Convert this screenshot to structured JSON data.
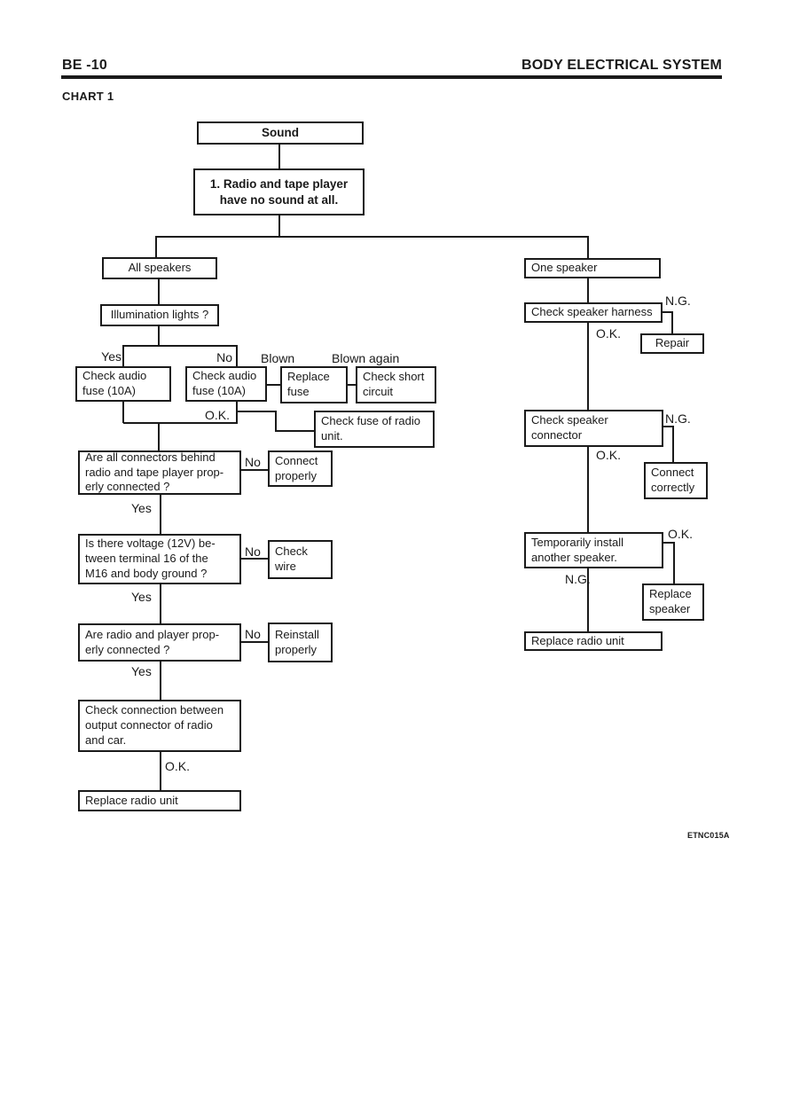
{
  "page": {
    "header_left": "BE -10",
    "header_right": "BODY ELECTRICAL SYSTEM",
    "chart_title": "CHART 1",
    "figure_code": "ETNC015A"
  },
  "colors": {
    "ink": "#1a1a1a",
    "paper": "#ffffff"
  },
  "nodes": {
    "sound": "Sound",
    "problem": "1. Radio and tape player\nhave no sound at all.",
    "all_speakers": "All speakers",
    "illumination": "Illumination lights ?",
    "fuse_yes": "Check audio\nfuse (10A)",
    "fuse_no": "Check audio\nfuse (10A)",
    "replace_fuse": "Replace\nfuse",
    "check_short": "Check short\ncircuit",
    "radio_fuse": "Check fuse of radio\nunit.",
    "connectors_q": "Are all connectors behind\nradio and tape player prop-\nerly connected ?",
    "connect_properly": "Connect\nproperly",
    "voltage_q": "Is there voltage (12V) be-\ntween terminal 16 of the\nM16 and body ground ?",
    "check_wire": "Check\nwire",
    "radio_player_q": "Are radio and player prop-\nerly connected ?",
    "reinstall": "Reinstall\nproperly",
    "check_connection": "Check connection between\noutput connector of radio\nand car.",
    "replace_radio_left": "Replace radio unit",
    "one_speaker": "One speaker",
    "check_harness": "Check speaker harness",
    "repair": "Repair",
    "check_connector": "Check speaker\nconnector",
    "connect_correctly": "Connect\ncorrectly",
    "temp_install": "Temporarily install\nanother speaker.",
    "replace_speaker": "Replace\nspeaker",
    "replace_radio_right": "Replace radio unit"
  },
  "labels": {
    "yes_fuse": "Yes",
    "no_fuse": "No",
    "blown": "Blown",
    "blown_again": "Blown again",
    "ok_fuse": "O.K.",
    "no_connectors": "No",
    "yes_connectors": "Yes",
    "no_voltage": "No",
    "yes_voltage": "Yes",
    "no_radio": "No",
    "yes_radio": "Yes",
    "ok_connection": "O.K.",
    "ng_harness": "N.G.",
    "ok_harness": "O.K.",
    "ng_connector": "N.G.",
    "ok_connector": "O.K.",
    "ok_temp": "O.K.",
    "ng_temp": "N.G."
  }
}
